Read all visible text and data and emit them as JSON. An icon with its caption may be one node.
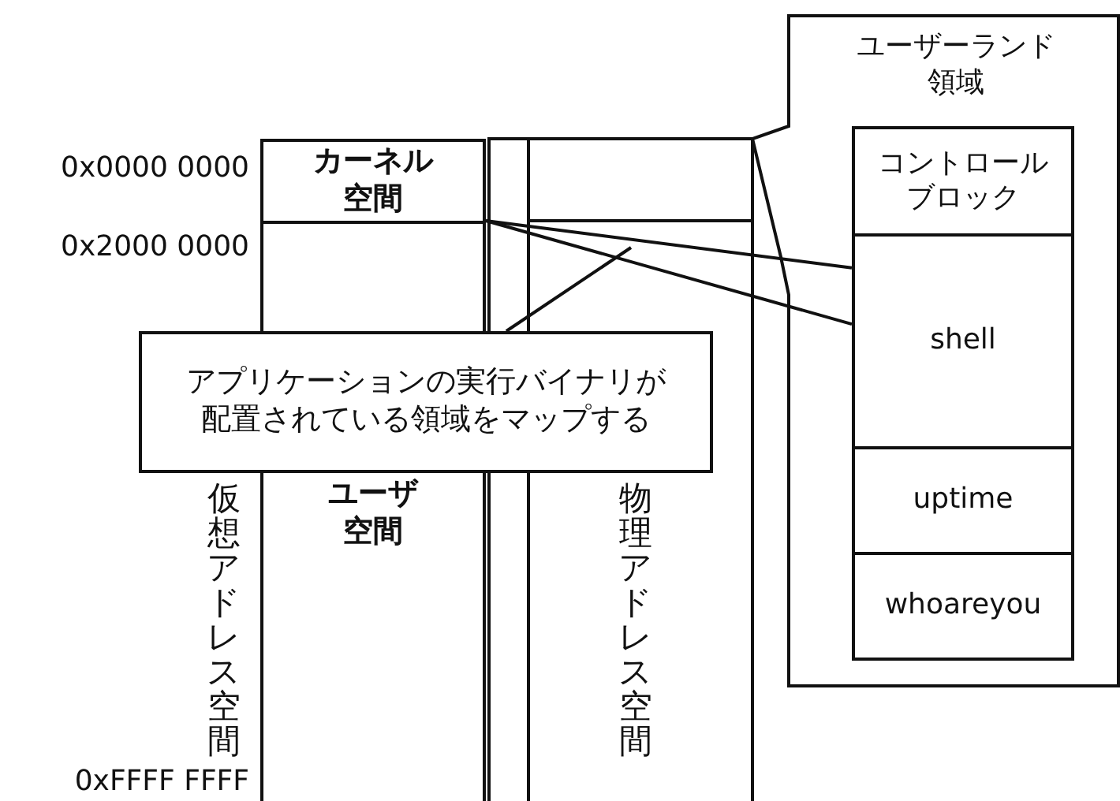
{
  "diagram": {
    "nodes": [
      {
        "text": [
          "カーネル空間"
        ]
      },
      {
        "text": [
          "ユーザ空間"
        ]
      },
      {
        "text": [
          "アプリケーションの実行バイナリが配置されている領域をマップする"
        ]
      },
      {
        "text": [
          "ユーザーランド領域"
        ]
      },
      {
        "text": [
          "コントロールブロック"
        ],
        "in": 3
      },
      {
        "text": [
          "shell"
        ],
        "in": 3
      },
      {
        "text": [
          "uptime"
        ],
        "in": 3
      },
      {
        "text": [
          "whoareyou"
        ],
        "in": 3
      }
    ],
    "edges": [
      {
        "from": 1,
        "to": 5,
        "arrow": "none"
      },
      {
        "from": 1,
        "to": 5,
        "arrow": "none"
      },
      {
        "from": 2,
        "to": null,
        "arrow": "none"
      }
    ],
    "labels": [
      "0x0000 0000",
      "0x2000 0000",
      "仮想アドレス空間",
      "物理アドレス空間",
      "0xFFFF FFFF"
    ]
  }
}
